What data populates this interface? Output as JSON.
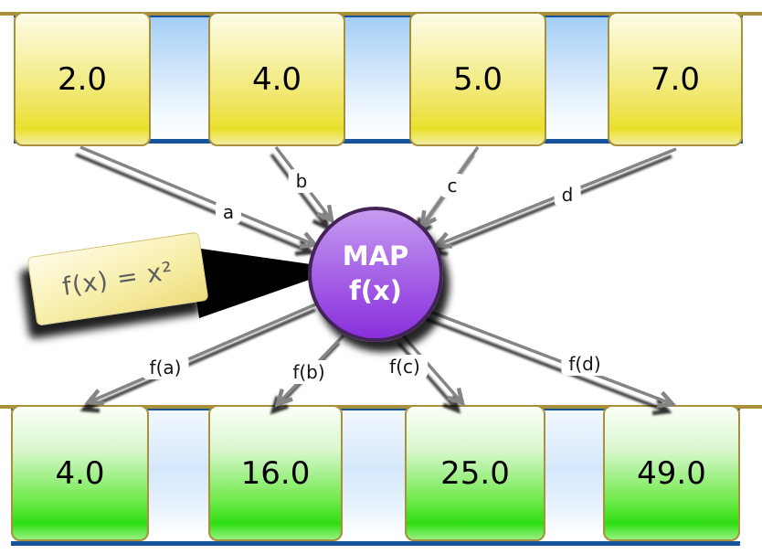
{
  "diagram": {
    "note": {
      "formula": "f(x) = x²"
    },
    "map_node": {
      "line1": "MAP",
      "line2": "f(x)"
    },
    "input_array": {
      "values": [
        "2.0",
        "4.0",
        "5.0",
        "7.0"
      ],
      "arrow_labels": [
        "a",
        "b",
        "c",
        "d"
      ]
    },
    "output_array": {
      "values": [
        "4.0",
        "16.0",
        "25.0",
        "49.0"
      ],
      "arrow_labels": [
        "f(a)",
        "f(b)",
        "f(c)",
        "f(d)"
      ]
    },
    "colors": {
      "strip_border_gold": "#a8913a",
      "strip_border_navy": "#15539b",
      "strip_fill_blue": "#a3cff5",
      "input_box_yellow": "#e9e02b",
      "output_box_green": "#2ede12",
      "node_purple": "#8a2fdc",
      "node_border_purple": "#432458",
      "arrow_gray": "#858585",
      "note_yellow": "#f8f0b0",
      "note_text_gray": "#5e5e5e",
      "label_text": "#141414"
    }
  }
}
